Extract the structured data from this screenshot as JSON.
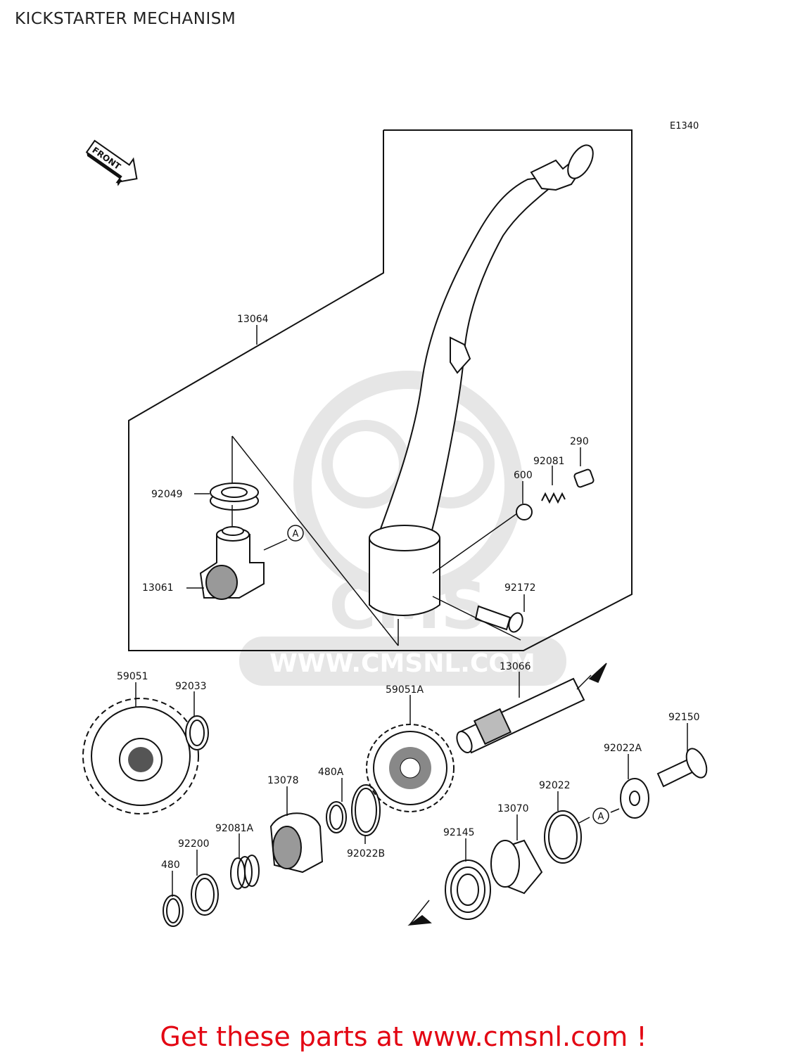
{
  "title": "KICKSTARTER MECHANISM",
  "diagram_code": "E1340",
  "watermark": {
    "badge": "CMS",
    "url": "WWW.CMSNL.COM"
  },
  "front_marker": "FRONT",
  "reference_marker": "A",
  "parts": {
    "p13064": "13064",
    "p92049": "92049",
    "p13061": "13061",
    "p290": "290",
    "p92081": "92081",
    "p600": "600",
    "p92172": "92172",
    "p59051": "59051",
    "p92033": "92033",
    "p13066": "13066",
    "p59051A": "59051A",
    "p92150": "92150",
    "p92022A": "92022A",
    "p480A": "480A",
    "p13078": "13078",
    "p92022": "92022",
    "p13070": "13070",
    "p92081A": "92081A",
    "p92145": "92145",
    "p92200": "92200",
    "p92022B": "92022B",
    "p480": "480"
  },
  "footer": "Get these parts at www.cmsnl.com !",
  "colors": {
    "footer": "#e30613",
    "watermark": "#e6e6e6",
    "line": "#111111"
  }
}
